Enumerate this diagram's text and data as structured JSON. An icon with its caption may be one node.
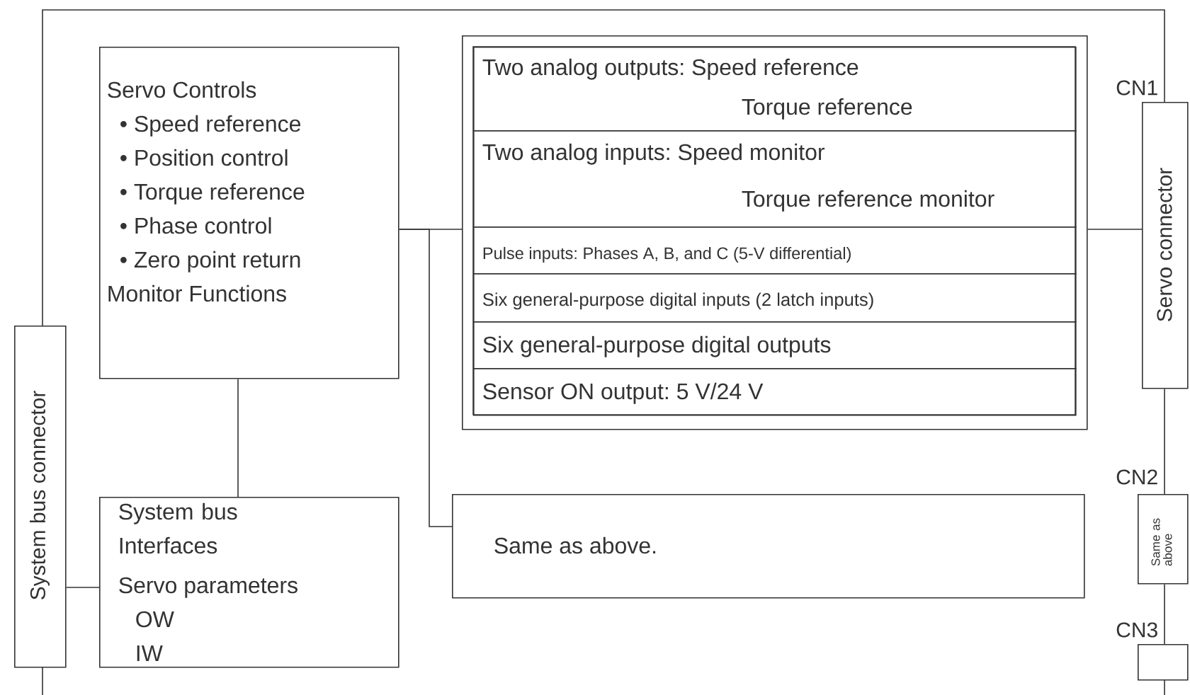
{
  "diagram": {
    "nodes": [
      {
        "text": [
          "System bus connector"
        ]
      },
      {
        "text": [
          "Servo Controls",
          "• Speed reference",
          "• Position control",
          "• Torque reference",
          "• Phase control",
          "• Zero point return",
          "Monitor Functions"
        ]
      },
      {
        "text": [
          "System bus Interfaces",
          "Servo parameters",
          "OW",
          "IW"
        ]
      },
      {
        "text": [],
        "shape": "box"
      },
      {
        "text": [
          "Two analog outputs: Speed reference",
          "Torque reference"
        ],
        "in": 3
      },
      {
        "text": [
          "Two analog inputs: Speed monitor",
          "Torque reference monitor"
        ],
        "in": 3
      },
      {
        "text": [
          "Pulse inputs: Phases A, B, and C (5-V differential)"
        ],
        "in": 3
      },
      {
        "text": [
          "Six general-purpose digital inputs (2 latch inputs)"
        ],
        "in": 3
      },
      {
        "text": [
          "Six general-purpose digital outputs"
        ],
        "in": 3
      },
      {
        "text": [
          "Sensor ON output: 5 V/24 V"
        ],
        "in": 3
      },
      {
        "text": [
          "Same as above."
        ]
      },
      {
        "text": [
          "Servo connector"
        ],
        "beside": [
          "CN1"
        ]
      },
      {
        "text": [
          "Same as above"
        ],
        "beside": [
          "CN2"
        ]
      },
      {
        "text": [],
        "shape": "box",
        "beside": [
          "CN3"
        ]
      }
    ],
    "edges": [
      {
        "from": 0,
        "to": 2,
        "arrow": "none"
      },
      {
        "from": 1,
        "to": 2,
        "arrow": "none"
      },
      {
        "from": 1,
        "to": 3,
        "arrow": "none"
      },
      {
        "from": 1,
        "to": 10,
        "arrow": "none"
      },
      {
        "from": 3,
        "to": 11,
        "arrow": "none"
      },
      {
        "from": 0,
        "to": 11,
        "arrow": "none"
      },
      {
        "from": 11,
        "to": 12,
        "arrow": "none"
      },
      {
        "from": 12,
        "to": 13,
        "arrow": "none"
      }
    ]
  }
}
